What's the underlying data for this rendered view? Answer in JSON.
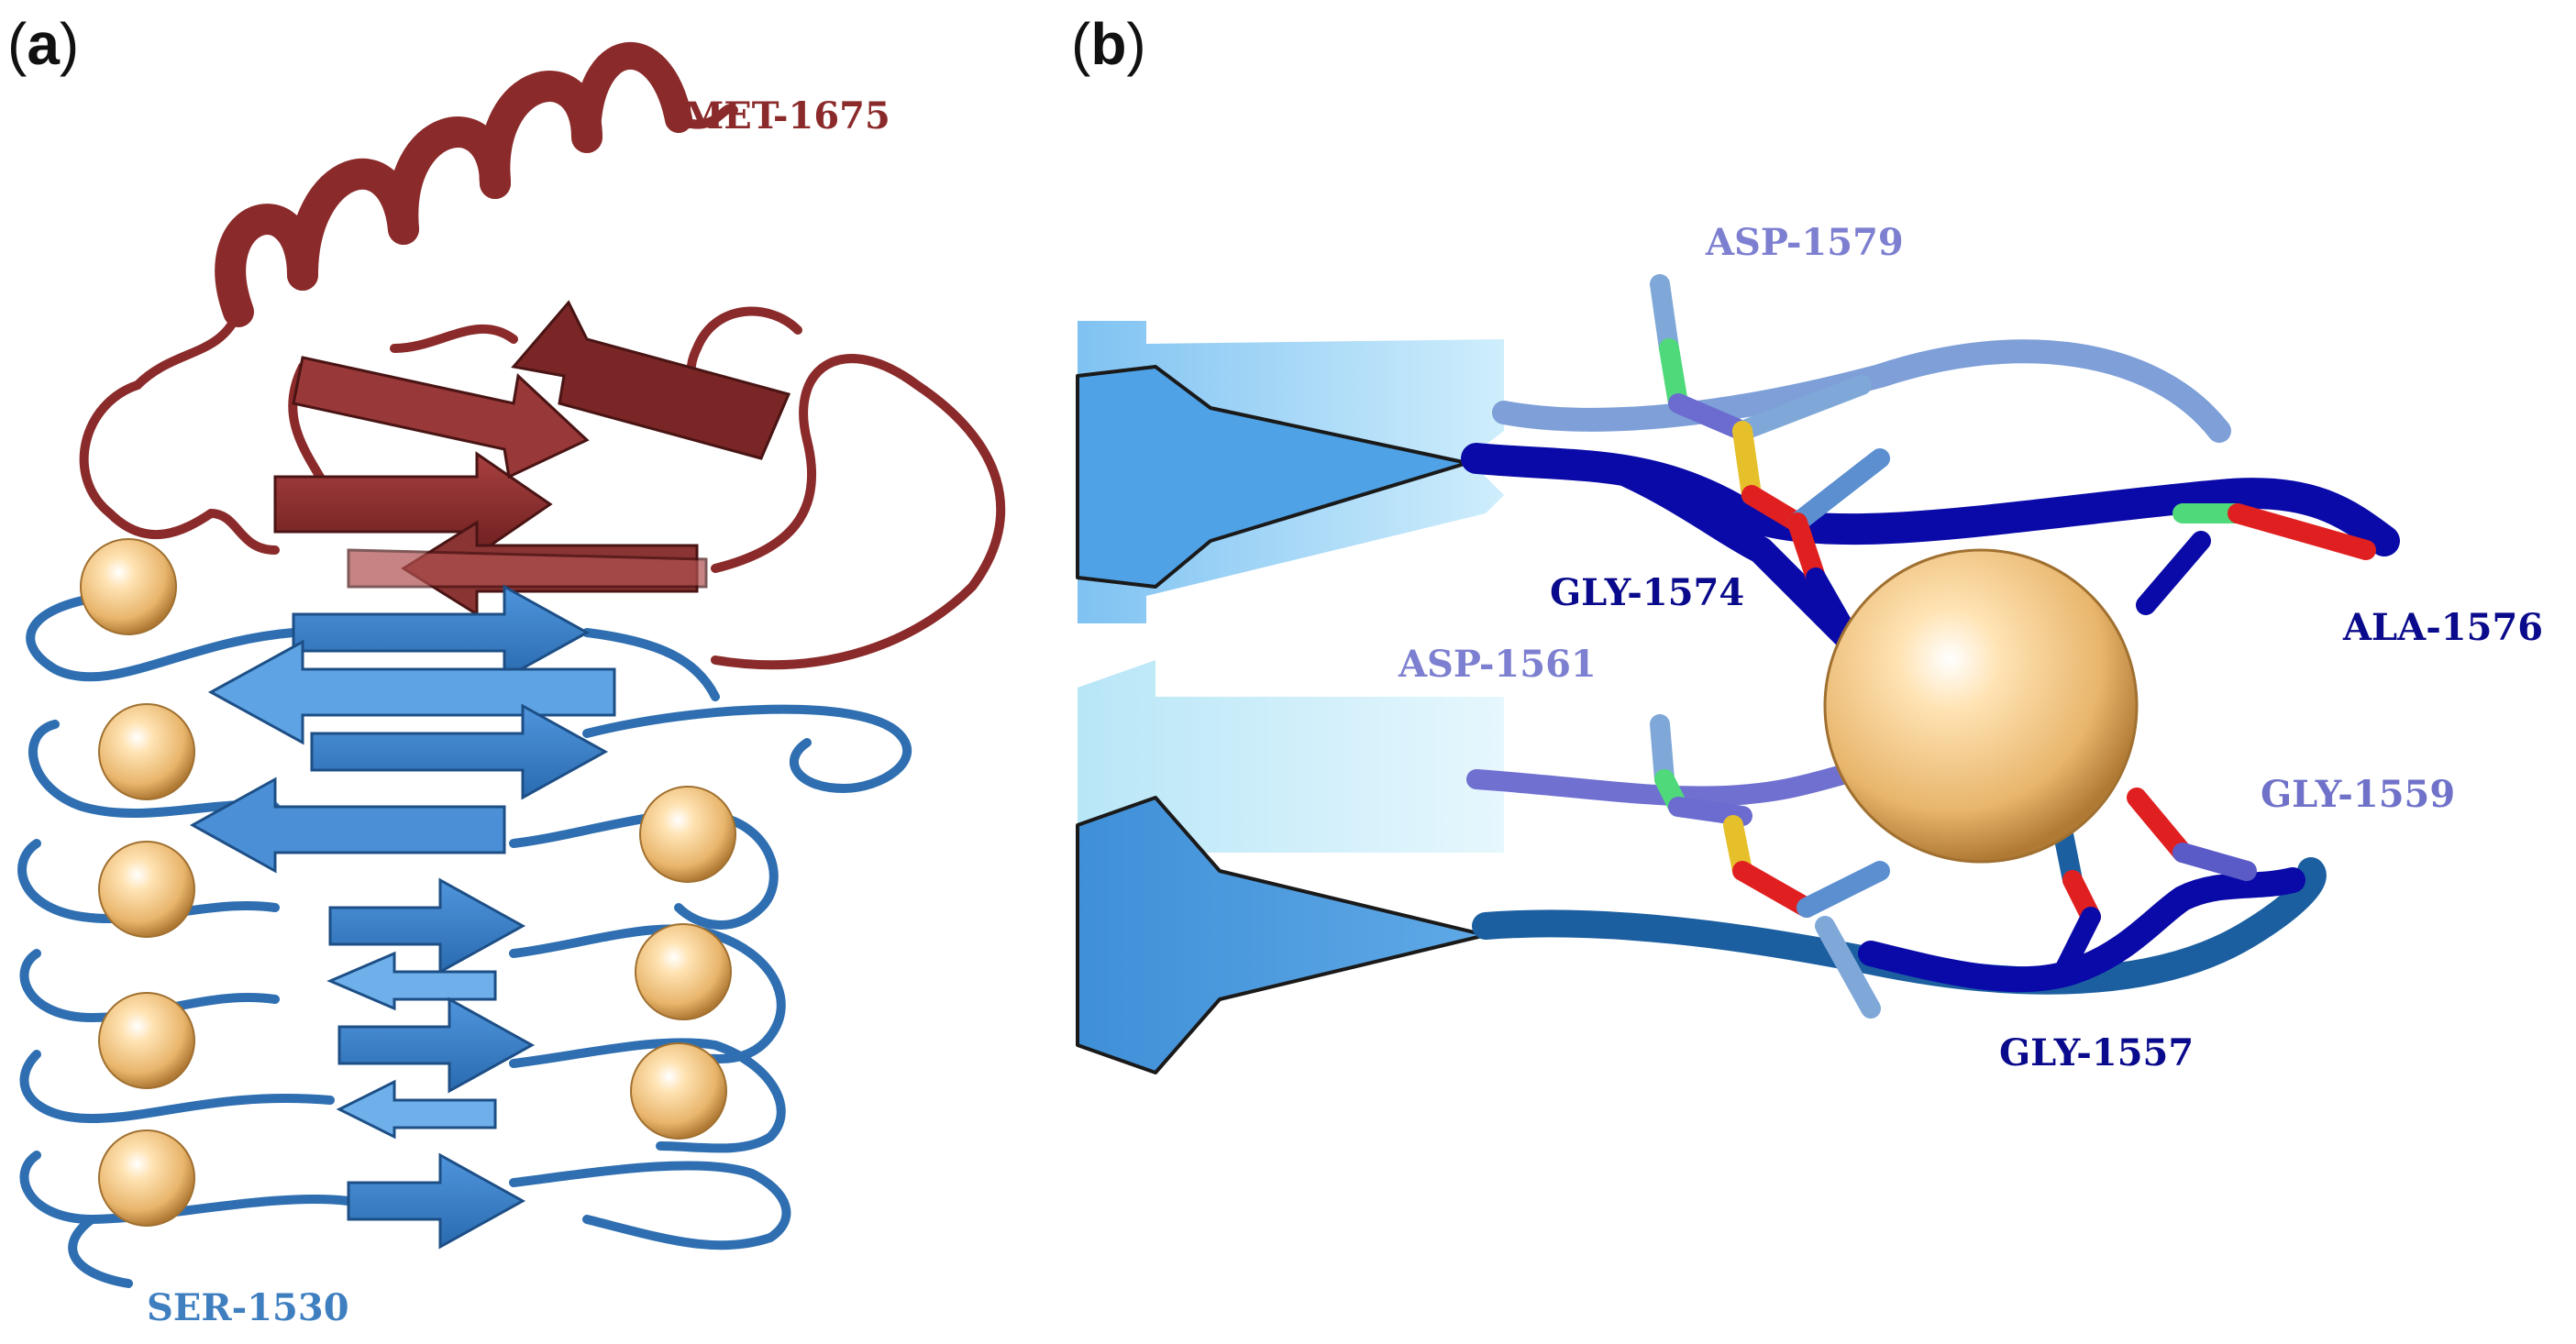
{
  "panels": {
    "a": {
      "open": "(",
      "letter": "a",
      "close": ")"
    },
    "b": {
      "open": "(",
      "letter": "b",
      "close": ")"
    }
  },
  "labels": {
    "met_1675": "MET-1675",
    "ser_1530": "SER-1530",
    "asp_1579": "ASP-1579",
    "gly_1574": "GLY-1574",
    "ala_1576": "ALA-1576",
    "asp_1561": "ASP-1561",
    "gly_1559": "GLY-1559",
    "gly_1557": "GLY-1557"
  },
  "colors": {
    "red_domain": "#8b2a2a",
    "blue_domain": "#3b7fc4",
    "calcium": "#f2c27e",
    "dark_blue": "#0a0aa8",
    "slate": "#6f72c8",
    "oxygen": "#e02020",
    "sulfur": "#e6c02a",
    "green": "#4fd97a"
  }
}
